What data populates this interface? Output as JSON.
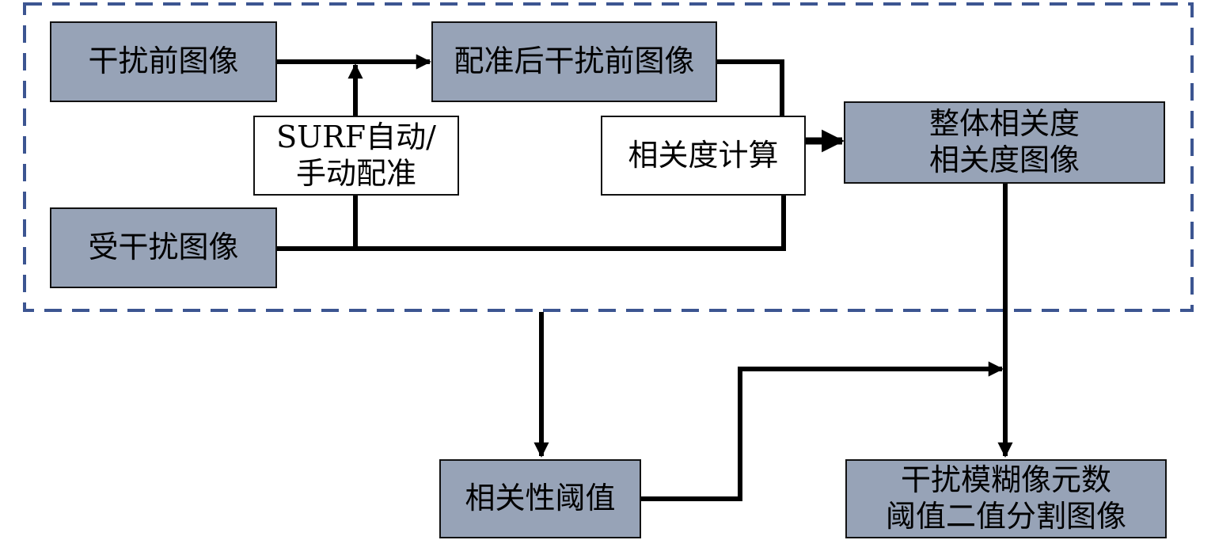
{
  "nodes": {
    "pre_image": "干扰前图像",
    "registered_pre_image": "配准后干扰前图像",
    "surf_line1": "SURF自动/",
    "surf_line2": "手动配准",
    "corr_calc": "相关度计算",
    "overall_line1": "整体相关度",
    "overall_line2": "相关度图像",
    "post_image": "受干扰图像",
    "threshold": "相关性阈值",
    "seg_line1": "干扰模糊像元数",
    "seg_line2": "阈值二值分割图像"
  },
  "colors": {
    "box_fill": "#97a3b7",
    "dash_border": "#3c5591",
    "line": "#000000"
  }
}
